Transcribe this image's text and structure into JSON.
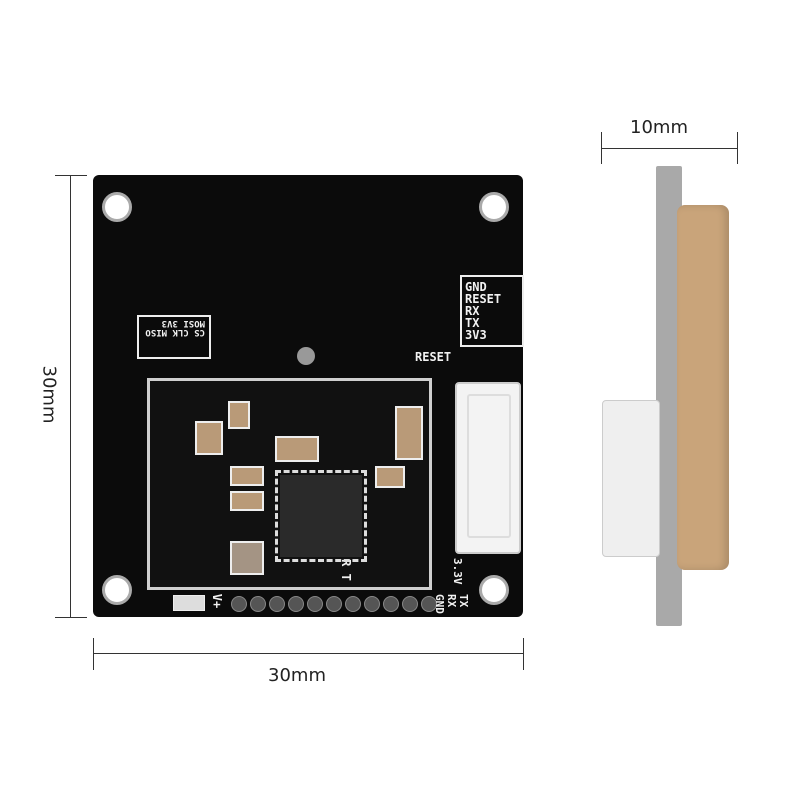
{
  "dimensions": {
    "side_width": "10mm",
    "board_height": "30mm",
    "board_width": "30mm"
  },
  "silkscreen": {
    "header_pins": [
      "GND",
      "RESET",
      "RX",
      "TX",
      "3V3"
    ],
    "reset_label": "RESET",
    "spi_pins": [
      "CS",
      "CLK",
      "MISO",
      "MOSI",
      "3V3"
    ],
    "connector_pins": [
      "3.3V",
      "RX",
      "TX",
      "GND"
    ],
    "rt_labels": [
      "R",
      "T"
    ],
    "vplus": "V+"
  },
  "colors": {
    "board": "#0b0b0b",
    "antenna": "#c9a47a",
    "side_pcb": "#a9a9a9"
  }
}
